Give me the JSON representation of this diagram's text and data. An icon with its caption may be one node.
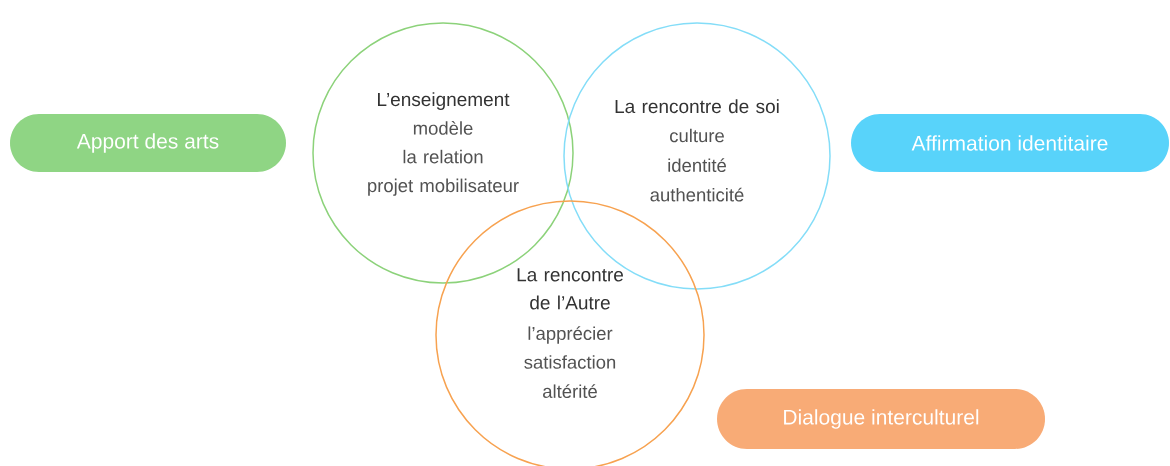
{
  "diagram": {
    "nodes": [
      {
        "text": [
          "Apport des arts"
        ]
      },
      {
        "text": [
          "L’enseignement",
          "modèle",
          "la relation",
          "projet mobilisateur"
        ]
      },
      {
        "text": [
          "La rencontre de soi",
          "culture",
          "identité",
          "authenticité"
        ]
      },
      {
        "text": [
          "Affirmation identitaire"
        ]
      },
      {
        "text": [
          "La rencontre de l’Autre",
          "l’apprécier",
          "satisfaction",
          "altérité"
        ]
      },
      {
        "text": [
          "Dialogue interculturel"
        ]
      }
    ]
  }
}
